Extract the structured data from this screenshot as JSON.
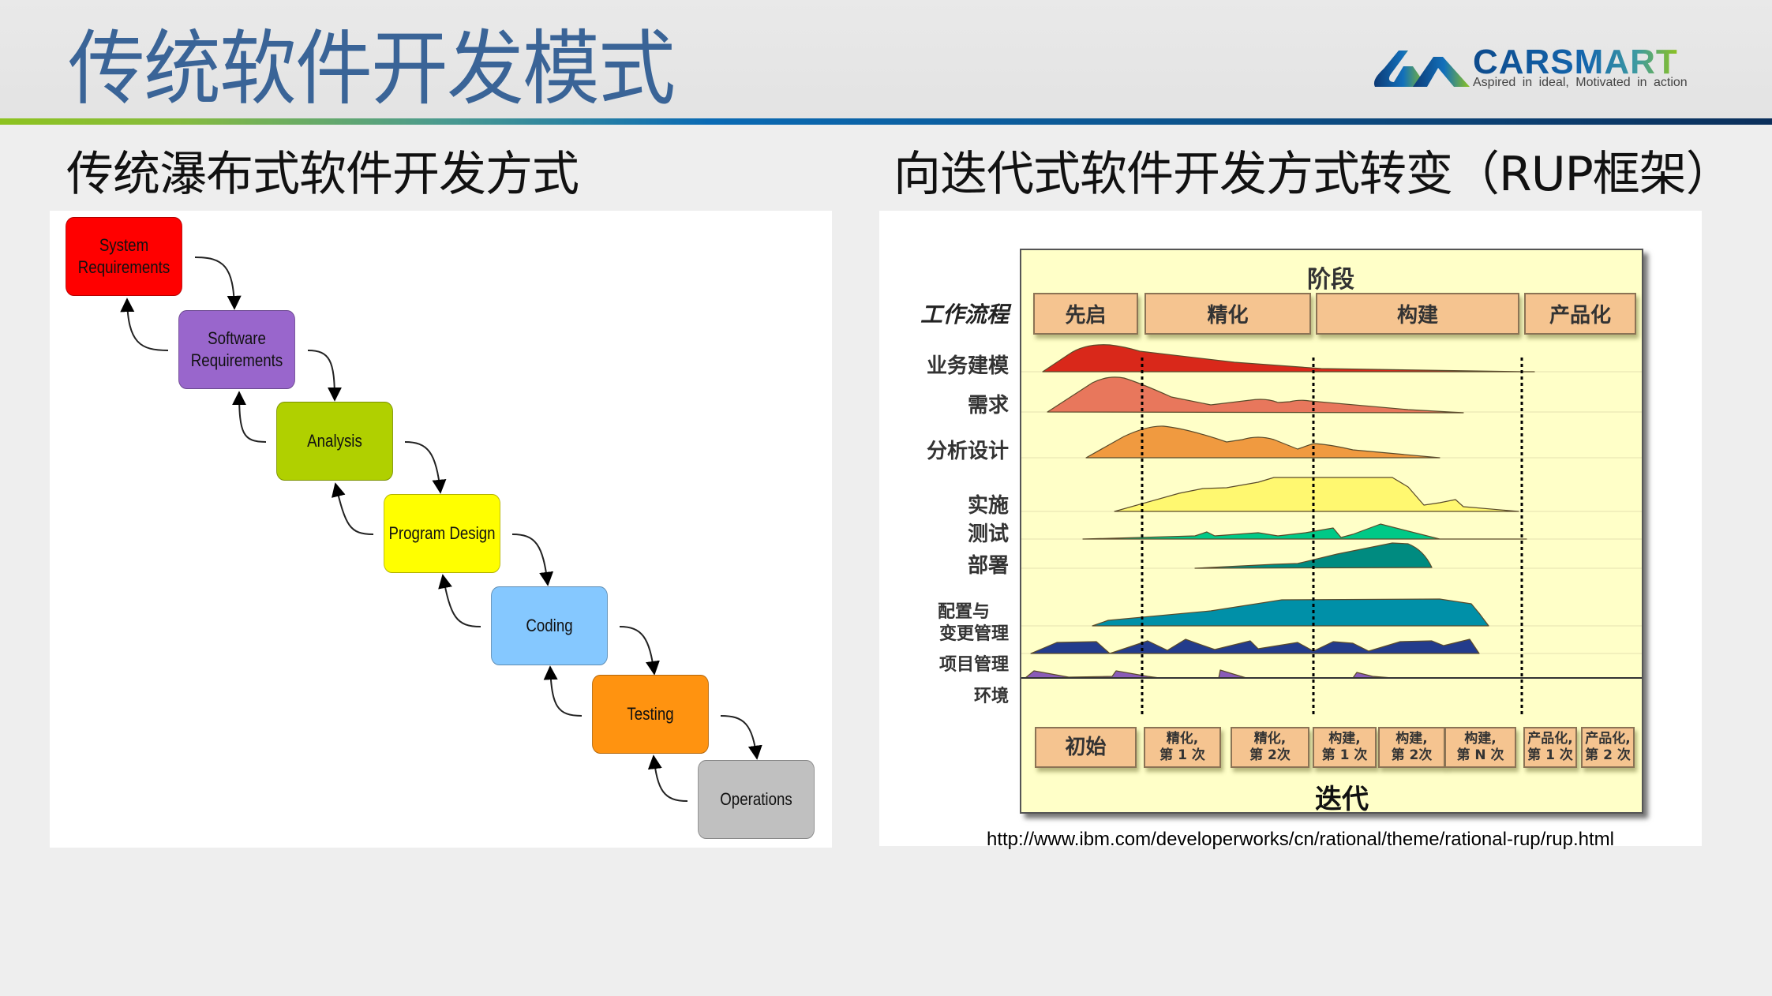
{
  "header": {
    "title": "传统软件开发模式",
    "logo": {
      "name": "CARSMART",
      "tagline": "Aspired in ideal, Motivated in action"
    },
    "bar_gradient": [
      "#8dc21f",
      "#0a6ab4",
      "#0b2f5b"
    ],
    "title_color": "#3a6497"
  },
  "left_section": {
    "title": "传统瀑布式软件开发方式",
    "waterfall": {
      "steps": [
        {
          "label": "System Requirements",
          "color": "#ff0000"
        },
        {
          "label": "Software Requirements",
          "color": "#9966cc"
        },
        {
          "label": "Analysis",
          "color": "#b0d000"
        },
        {
          "label": "Program Design",
          "color": "#ffff00"
        },
        {
          "label": "Coding",
          "color": "#85c8ff"
        },
        {
          "label": "Testing",
          "color": "#ff9310"
        },
        {
          "label": "Operations",
          "color": "#c0c0c0"
        }
      ]
    }
  },
  "right_section": {
    "title": "向迭代式软件开发方式转变（RUP框架）",
    "rup": {
      "phases_title": "阶段",
      "workflows_title": "工作流程",
      "phases": [
        "先启",
        "精化",
        "构建",
        "产品化"
      ],
      "workflows": [
        {
          "label": "业务建模",
          "color": "#d9281a"
        },
        {
          "label": "需求",
          "color": "#e8775c"
        },
        {
          "label": "分析设计",
          "color": "#f09a40"
        },
        {
          "label": "实施",
          "color": "#fff870"
        },
        {
          "label": "测试",
          "color": "#00c987"
        },
        {
          "label": "部署",
          "color": "#008b80"
        },
        {
          "label_line1": "配置与",
          "label_line2": "变更管理",
          "color": "#0090a8"
        },
        {
          "label": "项目管理",
          "color": "#233c8c"
        },
        {
          "label": "环境",
          "color": "#8a5cb8"
        }
      ],
      "iterations_title": "迭代",
      "iterations": [
        {
          "line1": "初始",
          "line2": ""
        },
        {
          "line1": "精化,",
          "line2": "第 1 次"
        },
        {
          "line1": "精化,",
          "line2": "第 2次"
        },
        {
          "line1": "构建,",
          "line2": "第 1 次"
        },
        {
          "line1": "构建,",
          "line2": "第 2次"
        },
        {
          "line1": "构建,",
          "line2": "第 N 次"
        },
        {
          "line1": "产品化,",
          "line2": "第 1 次"
        },
        {
          "line1": "产品化,",
          "line2": "第 2 次"
        }
      ],
      "source_url": "http://www.ibm.com/developerworks/cn/rational/theme/rational-rup/rup.html"
    }
  }
}
